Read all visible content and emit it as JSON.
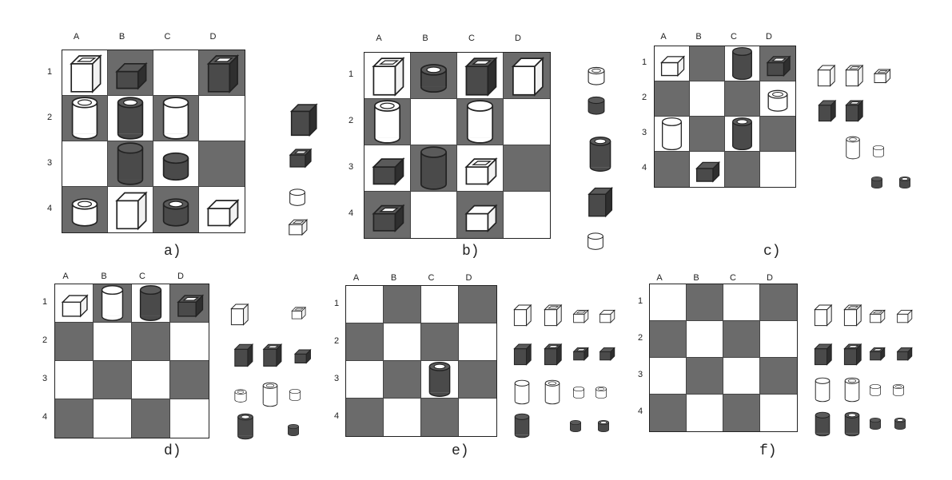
{
  "columns": [
    "A",
    "B",
    "C",
    "D"
  ],
  "rows": [
    "1",
    "2",
    "3",
    "4"
  ],
  "panels": [
    {
      "caption": "a)",
      "board": [
        [
          "white-tall-hollow-cube",
          "black-short-solid-cube",
          "",
          "black-tall-hollow-cube"
        ],
        [
          "white-tall-hollow-cylinder",
          "black-tall-hollow-cylinder",
          "white-tall-solid-cylinder",
          ""
        ],
        [
          "",
          "black-tall-solid-cylinder",
          "black-short-solid-cylinder",
          ""
        ],
        [
          "white-short-hollow-cylinder",
          "white-tall-solid-cube",
          "black-short-hollow-cylinder",
          "white-short-solid-cube"
        ]
      ],
      "offboard": [
        "black-tall-solid-cube",
        "black-short-hollow-cube",
        "white-short-solid-cylinder",
        "white-short-hollow-cube"
      ]
    },
    {
      "caption": "b)",
      "board": [
        [
          "white-tall-hollow-cube",
          "black-short-hollow-cylinder",
          "black-tall-hollow-cube",
          "white-tall-solid-cube"
        ],
        [
          "white-tall-hollow-cylinder",
          "",
          "white-tall-solid-cylinder",
          ""
        ],
        [
          "black-short-solid-cube",
          "black-tall-solid-cylinder",
          "white-short-hollow-cube",
          ""
        ],
        [
          "black-short-hollow-cube",
          "",
          "white-short-solid-cube",
          ""
        ]
      ],
      "offboard": [
        "white-short-hollow-cylinder",
        "black-short-solid-cylinder",
        "black-tall-hollow-cylinder",
        "black-tall-solid-cube",
        "white-short-solid-cylinder"
      ]
    },
    {
      "caption": "c)",
      "board": [
        [
          "white-short-solid-cube",
          "",
          "black-tall-solid-cylinder",
          "black-short-hollow-cube"
        ],
        [
          "",
          "",
          "",
          "white-short-hollow-cylinder"
        ],
        [
          "white-tall-solid-cylinder",
          "",
          "black-tall-hollow-cylinder",
          ""
        ],
        [
          "",
          "black-short-solid-cube",
          "",
          ""
        ]
      ],
      "offboard": [
        "white-tall-solid-cube",
        "white-tall-hollow-cube",
        "white-short-hollow-cube",
        "black-tall-solid-cube",
        "black-tall-hollow-cube",
        "white-tall-hollow-cylinder",
        "white-short-solid-cylinder",
        "black-short-solid-cylinder",
        "black-short-hollow-cylinder"
      ]
    },
    {
      "caption": "d)",
      "board": [
        [
          "white-short-solid-cube",
          "white-tall-solid-cylinder",
          "black-tall-solid-cylinder",
          "black-short-hollow-cube"
        ],
        [
          "",
          "",
          "",
          ""
        ],
        [
          "",
          "",
          "",
          ""
        ],
        [
          "",
          "",
          "",
          ""
        ]
      ],
      "offboard": [
        "white-tall-solid-cube",
        "white-short-hollow-cube",
        "black-tall-solid-cube",
        "black-tall-hollow-cube",
        "black-short-solid-cube",
        "white-short-hollow-cylinder",
        "white-tall-hollow-cylinder",
        "white-short-solid-cylinder",
        "black-tall-hollow-cylinder",
        "black-short-solid-cylinder"
      ]
    },
    {
      "caption": "e)",
      "board": [
        [
          "",
          "",
          "",
          ""
        ],
        [
          "",
          "",
          "",
          ""
        ],
        [
          "",
          "",
          "black-tall-hollow-cylinder",
          ""
        ],
        [
          "",
          "",
          "",
          ""
        ]
      ],
      "offboard": [
        "white-tall-solid-cube",
        "white-tall-hollow-cube",
        "white-short-hollow-cube",
        "white-short-solid-cube",
        "black-tall-solid-cube",
        "black-tall-hollow-cube",
        "black-short-hollow-cube",
        "black-short-solid-cube",
        "white-tall-solid-cylinder",
        "white-tall-hollow-cylinder",
        "white-short-solid-cylinder",
        "white-short-hollow-cylinder",
        "black-tall-solid-cylinder",
        "black-short-solid-cylinder",
        "black-short-hollow-cylinder"
      ]
    },
    {
      "caption": "f)",
      "board": [
        [
          "",
          "",
          "",
          ""
        ],
        [
          "",
          "",
          "",
          ""
        ],
        [
          "",
          "",
          "",
          ""
        ],
        [
          "",
          "",
          "",
          ""
        ]
      ],
      "offboard": [
        "white-tall-solid-cube",
        "white-tall-hollow-cube",
        "white-short-hollow-cube",
        "white-short-solid-cube",
        "black-tall-solid-cube",
        "black-tall-hollow-cube",
        "black-short-hollow-cube",
        "black-short-solid-cube",
        "white-tall-solid-cylinder",
        "white-tall-hollow-cylinder",
        "white-short-solid-cylinder",
        "white-short-hollow-cylinder",
        "black-tall-solid-cylinder",
        "black-tall-hollow-cylinder",
        "black-short-solid-cylinder",
        "black-short-hollow-cylinder"
      ]
    }
  ],
  "colors": {
    "dark_square": "#6b6b6b",
    "light_square": "#ffffff",
    "black_piece": "#4a4a4a",
    "white_piece": "#ffffff",
    "outline": "#222222"
  }
}
